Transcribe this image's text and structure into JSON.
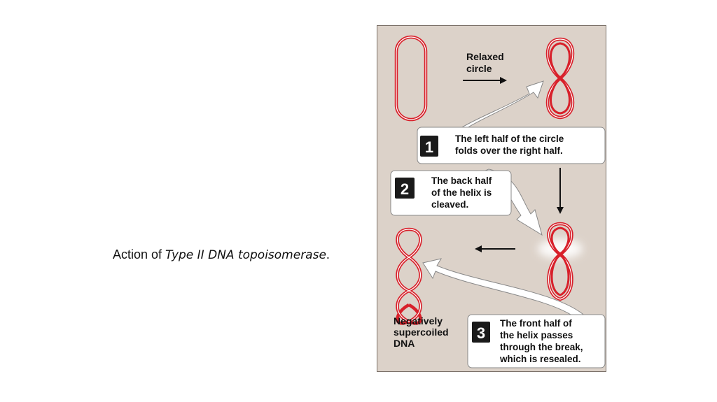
{
  "caption": {
    "prefix": "Action of ",
    "italic": "Type II DNA topoisomerase",
    "suffix": "."
  },
  "figure": {
    "relaxed_label": [
      "Relaxed",
      "circle"
    ],
    "supercoiled_label": [
      "Negatively",
      "supercoiled",
      "DNA"
    ],
    "steps": [
      {
        "number": "1",
        "lines": [
          "The left half of the circle",
          "folds over the right half."
        ]
      },
      {
        "number": "2",
        "lines": [
          "The back half",
          "of the helix is",
          "cleaved."
        ]
      },
      {
        "number": "3",
        "lines": [
          "The front half of",
          "the helix passes",
          "through the break,",
          "which is resealed."
        ]
      }
    ],
    "colors": {
      "panel_bg": "#dcd2c9",
      "dna_red": "#d8202a",
      "badge": "#1a1a1a"
    }
  }
}
